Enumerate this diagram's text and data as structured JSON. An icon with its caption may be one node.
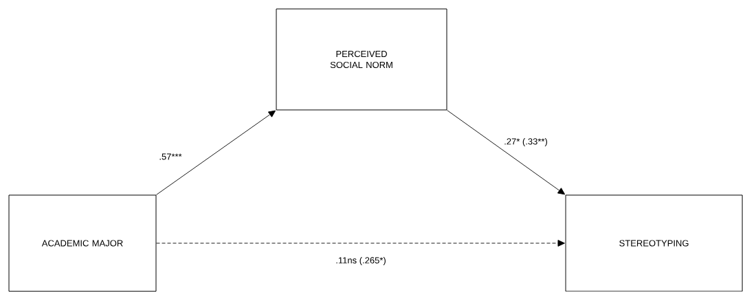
{
  "diagram": {
    "nodes": [
      {
        "text": [
          "ACADEMIC MAJOR"
        ]
      },
      {
        "text": [
          "PERCEIVED SOCIAL NORM"
        ]
      },
      {
        "text": [
          "STEREOTYPING"
        ]
      }
    ],
    "edges": [
      {
        "from": 0,
        "to": 1,
        "arrow": "to",
        "label": ".57***"
      },
      {
        "from": 1,
        "to": 2,
        "arrow": "to",
        "label": ".27* (.33**)"
      },
      {
        "from": 0,
        "to": 2,
        "arrow": "to",
        "style": "dashed",
        "label": ".11ns (.265*)"
      }
    ]
  }
}
